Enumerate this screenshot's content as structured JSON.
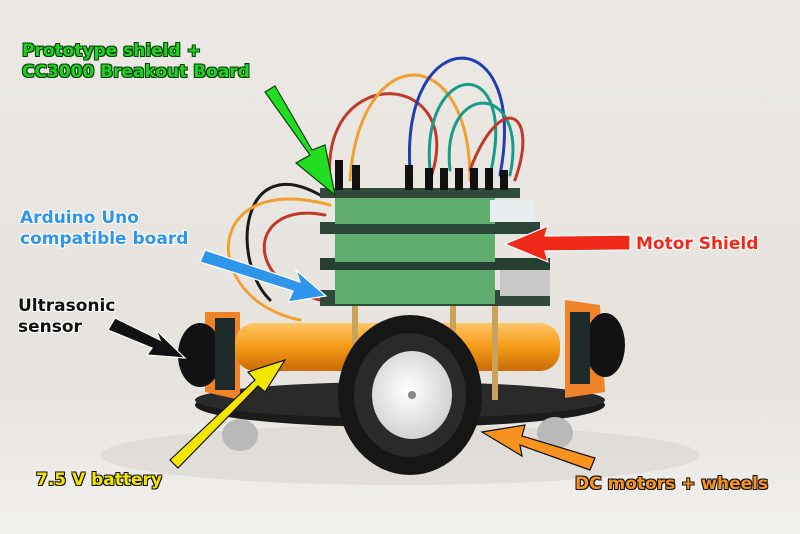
{
  "labels": {
    "prototype_shield": [
      "Prototype shield +",
      "CC3000 Breakout Board"
    ],
    "arduino": [
      "Arduino Uno",
      "compatible board"
    ],
    "motor_shield": "Motor Shield",
    "ultrasonic": [
      "Ultrasonic",
      "sensor"
    ],
    "battery": "7.5 V battery",
    "dc_motors": "DC motors + wheels"
  },
  "colors": {
    "background": "#e9e6e1",
    "green_arrow": "#22dd22",
    "blue_arrow": "#2f95ea",
    "red_arrow": "#ee2a1a",
    "black_arrow": "#111111",
    "yellow_arrow": "#f5e600",
    "orange_arrow": "#f7931e",
    "pcb": "#2f4a3a",
    "header_green": "#5fae6f",
    "battery": "#f5a21c",
    "chassis_orange": "#f0832a"
  }
}
